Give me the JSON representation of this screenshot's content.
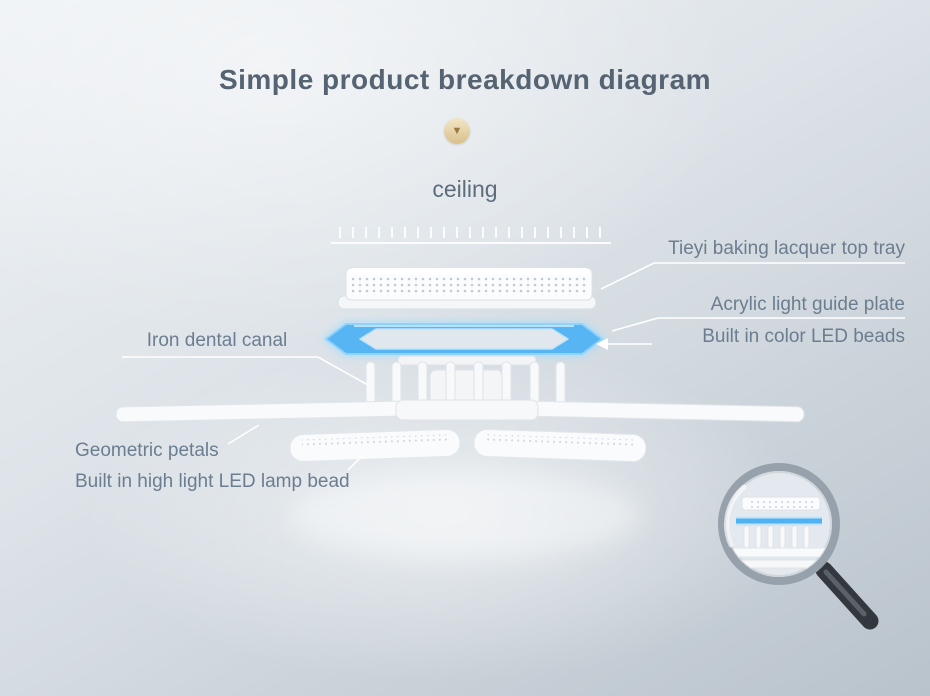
{
  "title": "Simple product breakdown diagram",
  "ceiling_label": "ceiling",
  "icons": {
    "down_chevron": "▼"
  },
  "labels": {
    "top_tray": "Tieyi baking lacquer top tray",
    "light_guide": "Acrylic light guide plate",
    "color_led": "Built in color LED beads",
    "iron_canal": "Iron dental canal",
    "petals": "Geometric petals",
    "led_bead": "Built in high light LED lamp bead"
  },
  "colors": {
    "accent_blue": "#4fb2f3",
    "title_color": "#566372",
    "label_color": "#6b7d90",
    "background_light": "#eff2f5",
    "background_dark": "#b9c3cc",
    "badge_gold": "#d9c08d"
  }
}
